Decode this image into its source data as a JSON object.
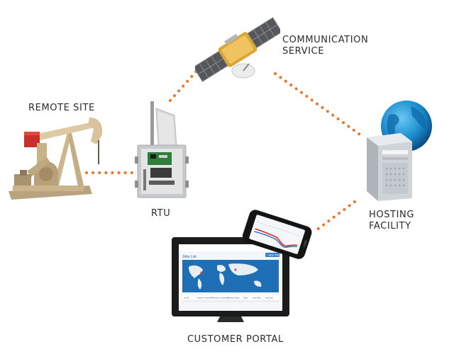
{
  "labels": {
    "remote_site": "REMOTE SITE",
    "rtu": "RTU",
    "communication_service_line1": "COMMUNICATION",
    "communication_service_line2": "SERVICE",
    "hosting_facility_line1": "HOSTING",
    "hosting_facility_line2": "FACILITY",
    "customer_portal": "CUSTOMER PORTAL"
  },
  "portal_screen": {
    "title": "Jobs List",
    "button": "+ NEW JOB",
    "columns": [
      "Job ID",
      "Customer Name/ID",
      "Number of Systems",
      "Network Status",
      "Alarm",
      "Last Read",
      "Last Sent"
    ]
  },
  "colors": {
    "connector": "#e8772e",
    "label_text": "#2b2b2b",
    "pump_body": "#d8c6a0",
    "accent_red": "#c8312b",
    "globe_blue": "#1d8fd0",
    "map_blue": "#1f6fb6"
  },
  "icons": {
    "remote_site": "pumpjack-icon",
    "rtu": "rtu-enclosure-icon",
    "communication_service": "satellite-icon",
    "hosting_facility": "server-globe-icon",
    "customer_portal": "monitor-phone-icon"
  }
}
